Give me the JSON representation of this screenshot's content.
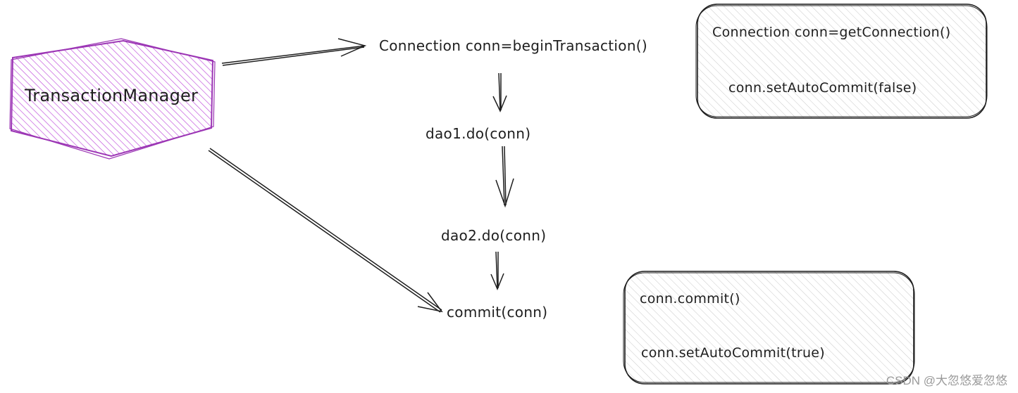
{
  "diagram": {
    "manager": "TransactionManager",
    "begin_transaction": "Connection conn=beginTransaction()",
    "dao1": "dao1.do(conn)",
    "dao2": "dao2.do(conn)",
    "commit": "commit(conn)",
    "begin_details": {
      "line1": "Connection conn=getConnection()",
      "line2": "conn.setAutoCommit(false)"
    },
    "commit_details": {
      "line1": "conn.commit()",
      "line2": "conn.setAutoCommit(true)"
    }
  },
  "watermark": "CSDN @大忽悠爱忽悠",
  "colors": {
    "manager_stroke": "#9c36b5",
    "manager_hatch": "#be4bdb",
    "box_stroke": "#1e1e1e",
    "box_hatch": "#c9c9c9",
    "arrow": "#1e1e1e",
    "text": "#1e1e1e",
    "watermark": "#9a9a9a"
  }
}
